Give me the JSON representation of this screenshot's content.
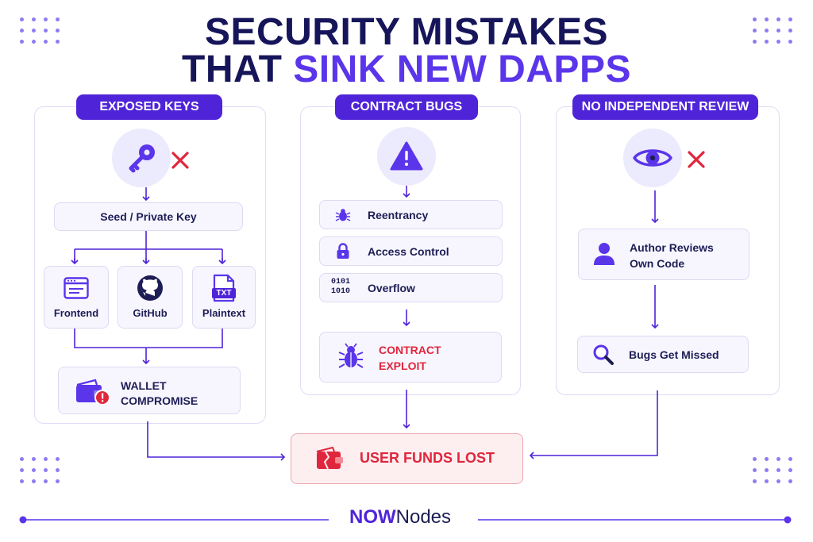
{
  "title": {
    "line1": "SECURITY MISTAKES",
    "line2_plain": "THAT ",
    "line2_accent": "SINK NEW DAPPS"
  },
  "colors": {
    "navy": "#16155a",
    "accent": "#5a35ea",
    "pill": "#4f24d8",
    "danger": "#e0263c",
    "danger_bg": "#fdeef0"
  },
  "exposed_keys": {
    "header": "EXPOSED KEYS",
    "icon": "key-icon",
    "source": "Seed / Private Key",
    "channels": [
      {
        "label": "Frontend",
        "icon": "browser-window-icon"
      },
      {
        "label": "GitHub",
        "icon": "github-icon"
      },
      {
        "label": "Plaintext",
        "icon": "txt-file-icon",
        "badge": "TXT"
      }
    ],
    "result_line1": "WALLET",
    "result_line2": "COMPROMISE"
  },
  "contract_bugs": {
    "header": "CONTRACT BUGS",
    "icon": "warning-icon",
    "items": [
      {
        "label": "Reentrancy",
        "icon": "bug-icon"
      },
      {
        "label": "Access Control",
        "icon": "lock-icon"
      },
      {
        "label": "Overflow",
        "icon": "binary-icon",
        "glyph_top": "0101",
        "glyph_bottom": "1010"
      }
    ],
    "result_line1": "CONTRACT",
    "result_line2": "EXPLOIT"
  },
  "review": {
    "header": "NO INDEPENDENT REVIEW",
    "icon": "eye-icon",
    "step1_line1": "Author Reviews",
    "step1_line2": "Own Code",
    "step2": "Bugs Get Missed"
  },
  "outcome": "USER FUNDS LOST",
  "brand": {
    "bold": "NOW",
    "rest": "Nodes"
  }
}
